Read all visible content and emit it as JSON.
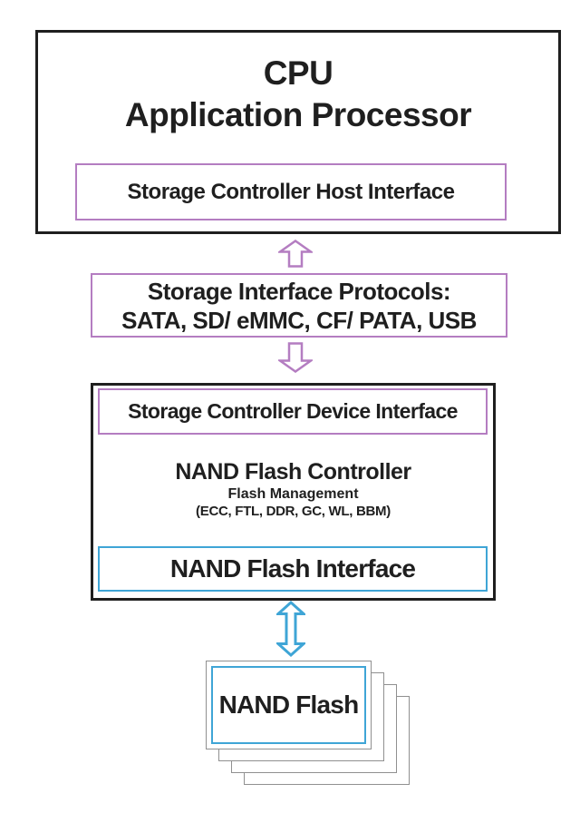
{
  "colors": {
    "box_outline_black": "#1f1f1f",
    "accent_purple": "#b47dc1",
    "accent_cyan": "#3fa5d6",
    "sheet_gray": "#909090",
    "background": "#ffffff"
  },
  "cpu_box": {
    "title_line1": "CPU",
    "title_line2": "Application Processor",
    "host_interface": "Storage Controller Host Interface"
  },
  "interconnect": {
    "up_arrow_icon": "block-arrow-up",
    "down_arrow_icon": "block-arrow-down",
    "protocols_line1": "Storage Interface Protocols:",
    "protocols_line2": "SATA, SD/ eMMC, CF/ PATA, USB"
  },
  "controller_box": {
    "device_interface": "Storage Controller Device Interface",
    "title": "NAND Flash Controller",
    "subtitle": "Flash Management",
    "functions": "(ECC, FTL, DDR, GC, WL, BBM)",
    "nand_interface": "NAND Flash Interface"
  },
  "nand_link": {
    "double_arrow_icon": "block-arrow-vertical-double"
  },
  "nand_stack": {
    "label": "NAND Flash",
    "stacked_sheets": 3
  }
}
